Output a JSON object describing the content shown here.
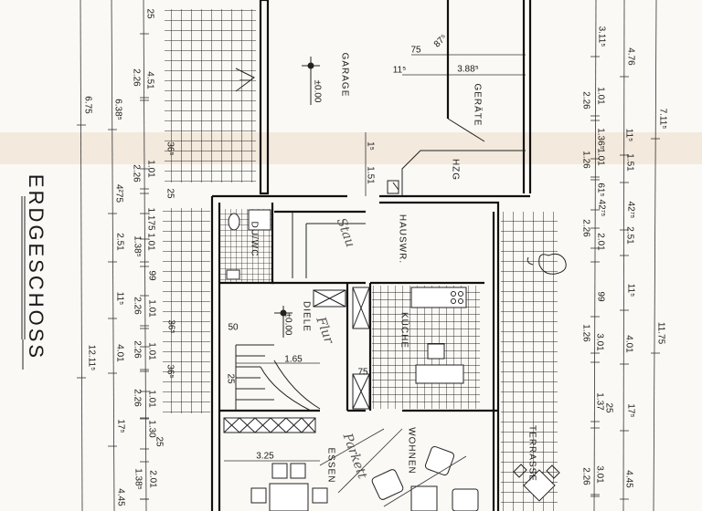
{
  "title": "ERDGESCHOSS",
  "rooms": {
    "garage": "GARAGE",
    "geraete": "GERÄTE",
    "heizung": "HZG",
    "du_wc": "DU/WC",
    "hauswirtschaft": "HAUSWR.",
    "diele": "DIELE",
    "kueche": "KÜCHE",
    "essen": "ESSEN",
    "wohnen": "WOHNEN",
    "terrasse": "TERRASSE"
  },
  "levels": {
    "garage": "±0.00",
    "diele": "±0.00"
  },
  "handwritten": [
    "Stau",
    "Flur",
    "Parkett"
  ],
  "dimensions": {
    "left_outer": [
      "6.75",
      "12.11⁵"
    ],
    "left_second": [
      "6.38⁵",
      "4²75",
      "2.51",
      "11⁵",
      "4.01",
      "17⁵",
      "4.45"
    ],
    "left_third": [
      "2.26",
      "2.26",
      "1.38⁵",
      "2.26",
      "2.26",
      "2.26",
      "1.38⁵"
    ],
    "left_inner": [
      "25",
      "4.51",
      "1.01",
      "1.175",
      "1.01",
      "99",
      "1.01",
      "1.01",
      "1.01",
      "1.30",
      "2.01"
    ],
    "left_misc": [
      "36⁵",
      "25",
      "36⁵",
      "36⁵",
      "25"
    ],
    "right_inner": [
      "3.11⁵",
      "1.01",
      "1.36⁵",
      "1.01",
      "61⁵",
      "42⁷⁵",
      "2.01",
      "99",
      "3.01",
      "1.37",
      "3.01"
    ],
    "right_inner_b": [
      "2.26",
      "1.26",
      "2.26",
      "1.26",
      "2.26",
      "25"
    ],
    "right_second": [
      "4.76",
      "11⁵",
      "1.51",
      "42⁷⁵",
      "2.51",
      "11⁵",
      "4.01",
      "17⁵",
      "4.45"
    ],
    "right_outer": [
      "7.11⁵",
      "11.75"
    ],
    "interior": [
      "75",
      "87⁵",
      "11⁵",
      "3.88⁵",
      "1⁵",
      "1.51",
      "50",
      "1.65",
      "75",
      "25",
      "3.25"
    ]
  }
}
